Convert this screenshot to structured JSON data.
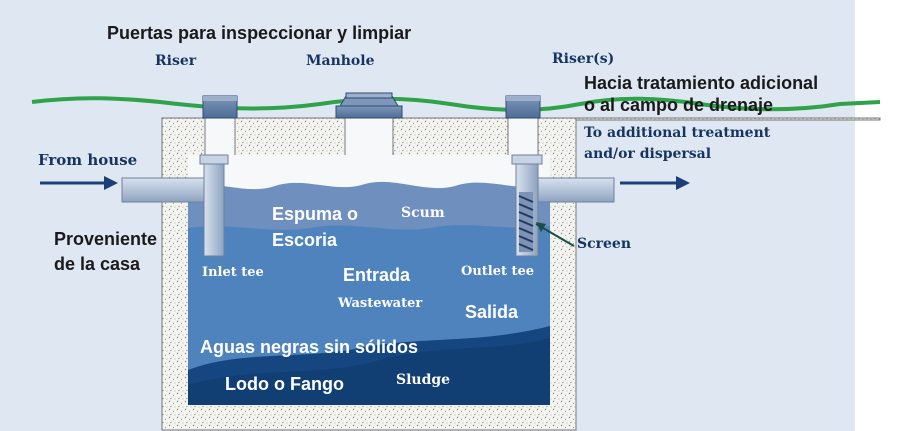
{
  "labels": {
    "puertas": "Puertas para inspeccionar y limpiar",
    "riser": "Riser",
    "manhole": "Manhole",
    "risers": "Riser(s)",
    "hacia_1": "Hacia tratamiento adicional",
    "hacia_2": "o al campo de drenaje",
    "to_additional_1": "To additional treatment",
    "to_additional_2": "and/or dispersal",
    "from_house": "From house",
    "proveniente_1": "Proveniente",
    "proveniente_2": "de la casa",
    "espuma_1": "Espuma o",
    "espuma_2": "Escoria",
    "scum": "Scum",
    "screen": "Screen",
    "inlet_tee": "Inlet tee",
    "outlet_tee": "Outlet tee",
    "entrada": "Entrada",
    "wastewater": "Wastewater",
    "salida": "Salida",
    "aguas": "Aguas negras sin sólidos",
    "lodo": "Lodo o Fango",
    "sludge": "Sludge"
  },
  "colors": {
    "background_panel": "#dfe7f3",
    "ground_line": "#2fa34a",
    "concrete": "#f4f4f0",
    "scum_layer": "#6f8fbf",
    "wastewater": "#4f83bd",
    "sludge": "#15467f",
    "pipe": "#aebfd6",
    "navy_text": "#16345f"
  }
}
